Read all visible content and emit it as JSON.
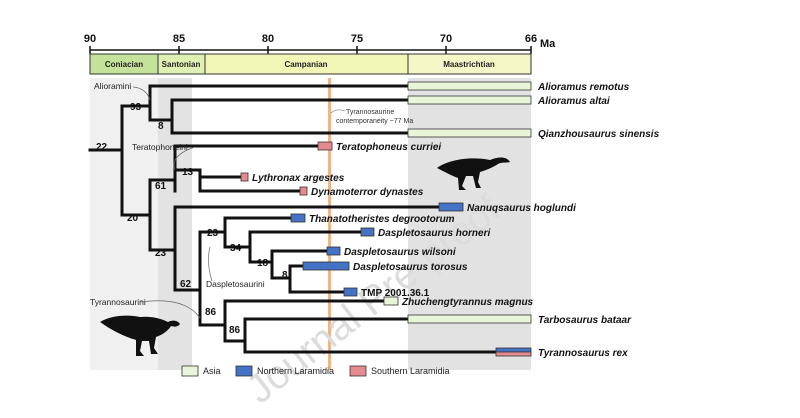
{
  "axis": {
    "ticks": [
      "90",
      "85",
      "80",
      "75",
      "70",
      "66"
    ],
    "unit": "Ma"
  },
  "stages": [
    "Coniacian",
    "Santonian",
    "Campanian",
    "Maastrichtian"
  ],
  "annotation": {
    "line1": "Tyrannosaurine",
    "line2": "contemporaneity ~77 Ma"
  },
  "clades": {
    "alioramini": "Alioramini",
    "teratophoneini": "Teratophoneini",
    "daspletosaurini": "Daspletosaurini",
    "tyrannosaurini": "Tyrannosaurini"
  },
  "support": [
    "22",
    "93",
    "8",
    "61",
    "13",
    "20",
    "23",
    "23",
    "34",
    "18",
    "8",
    "62",
    "86",
    "86"
  ],
  "taxa": [
    "Alioramus remotus",
    "Alioramus altai",
    "Qianzhousaurus sinensis",
    "Teratophoneus curriei",
    "Lythronax argestes",
    "Dynamoterror dynastes",
    "Nanuqsaurus hoglundi",
    "Thanatotheristes degrootorum",
    "Daspletosaurus horneri",
    "Daspletosaurus wilsoni",
    "Daspletosaurus torosus",
    "TMP 2001.36.1",
    "Zhuchengtyrannus magnus",
    "Tarbosaurus bataar",
    "Tyrannosaurus rex"
  ],
  "legend": {
    "asia": "Asia",
    "north": "Northern Laramidia",
    "south": "Southern Laramidia"
  },
  "colors": {
    "asia": "#e8f5d8",
    "north": "#4472c4",
    "south": "#e58a8f",
    "coniacian": "#c5e29a",
    "santonian": "#dff0b3",
    "campanian": "#f2f7b8",
    "maastrichtian": "#f4f7c6",
    "contemporaneity_line": "#f0b48a",
    "shade": "#e6e6e6"
  },
  "watermark": "Journal Pre-proof"
}
